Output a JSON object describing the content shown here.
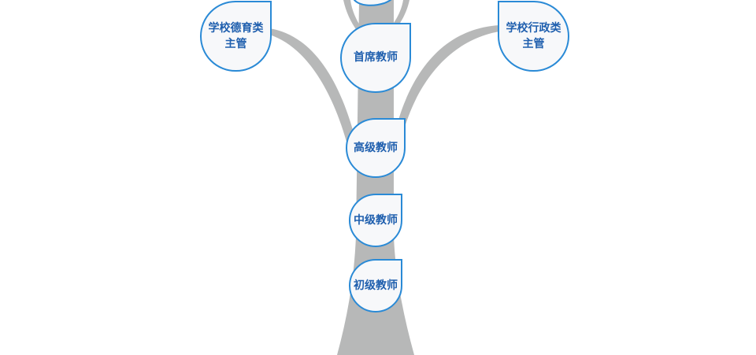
{
  "colors": {
    "trunk": "#b7b8b8",
    "node_border": "#2a8ad6",
    "node_fill": "#f7f8fa",
    "node_text": "#1f5fae"
  },
  "nodes": {
    "left_branch": "学校德育类\n主管",
    "right_branch": "学校行政类\n主管",
    "chief": "首席教师",
    "senior": "高级教师",
    "intermediate": "中级教师",
    "junior": "初级教师"
  }
}
